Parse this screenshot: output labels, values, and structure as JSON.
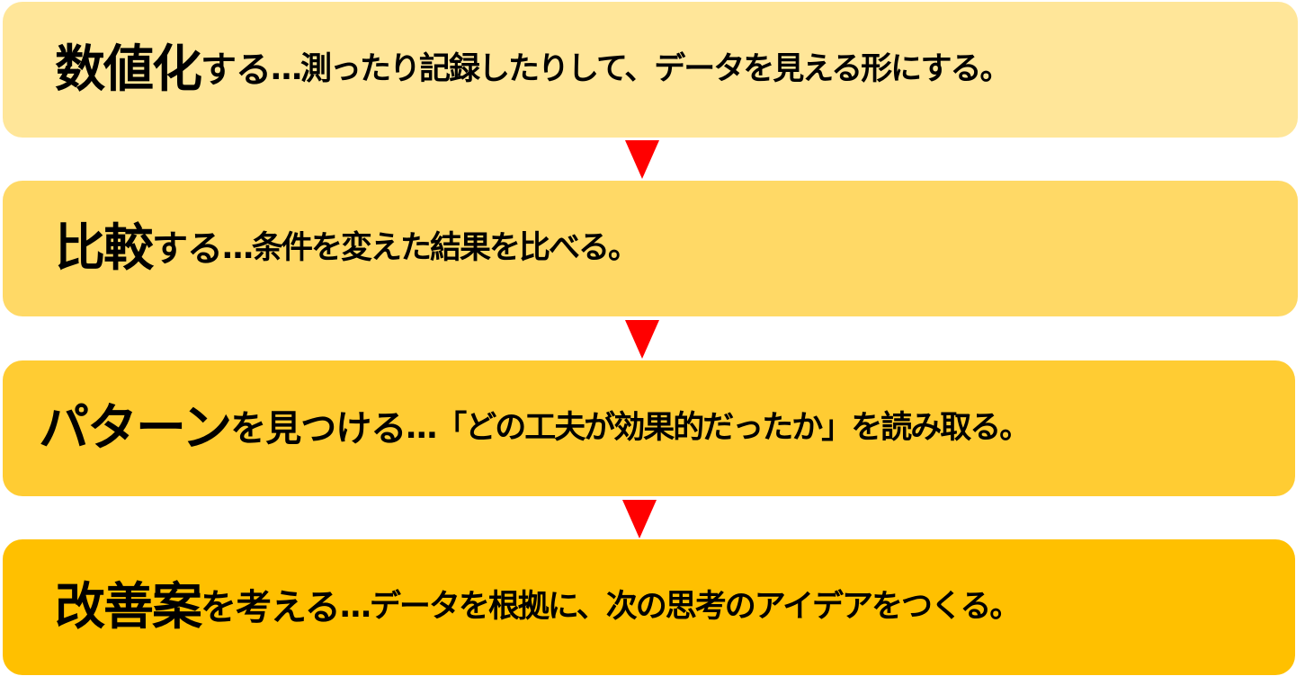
{
  "steps": [
    {
      "keyword": "数値化",
      "verb": "する",
      "description": "…測ったり記録したりして、データを見える形にする。",
      "color": "#FFE699"
    },
    {
      "keyword": "比較",
      "verb": "する",
      "description": "…条件を変えた結果を比べる。",
      "color": "#FFD966"
    },
    {
      "keyword": "パターン",
      "verb": "を見つける",
      "description": "…「どの工夫が効果的だったか」を読み取る。",
      "color": "#FFCC33"
    },
    {
      "keyword": "改善案",
      "verb": "を考える",
      "description": "…データを根拠に、次の思考のアイデアをつくる。",
      "color": "#FFC000"
    }
  ],
  "arrow": {
    "icon": "triangle-down",
    "color": "#FF0000"
  }
}
